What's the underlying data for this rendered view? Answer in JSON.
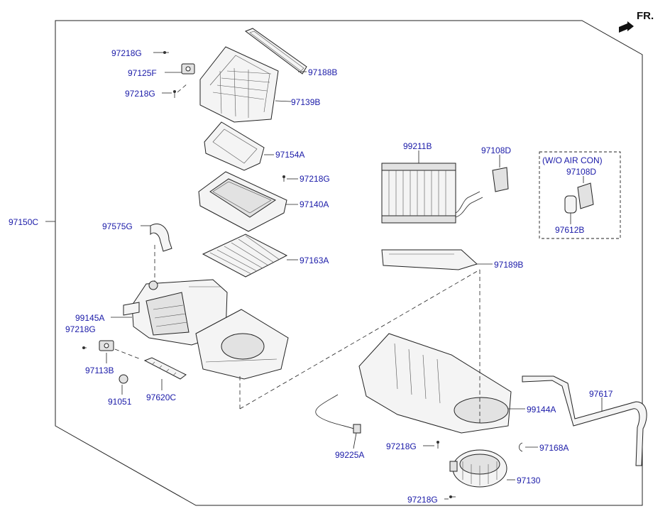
{
  "direction_label": "FR.",
  "option_box_label": "(W/O AIR CON)",
  "parts": {
    "p97218G_a": "97218G",
    "p97125F": "97125F",
    "p97218G_b": "97218G",
    "p97188B": "97188B",
    "p97139B": "97139B",
    "p97154A": "97154A",
    "p97218G_c": "97218G",
    "p97140A": "97140A",
    "p97150C": "97150C",
    "p97575G": "97575G",
    "p97163A": "97163A",
    "p99211B": "99211B",
    "p97108D_a": "97108D",
    "p97108D_b": "97108D",
    "p97612B": "97612B",
    "p97189B": "97189B",
    "p99145A": "99145A",
    "p97218G_d": "97218G",
    "p97113B": "97113B",
    "p91051": "91051",
    "p97620C": "97620C",
    "p97617": "97617",
    "p99144A": "99144A",
    "p99225A": "99225A",
    "p97218G_e": "97218G",
    "p97168A": "97168A",
    "p97130": "97130",
    "p97218G_f": "97218G"
  }
}
